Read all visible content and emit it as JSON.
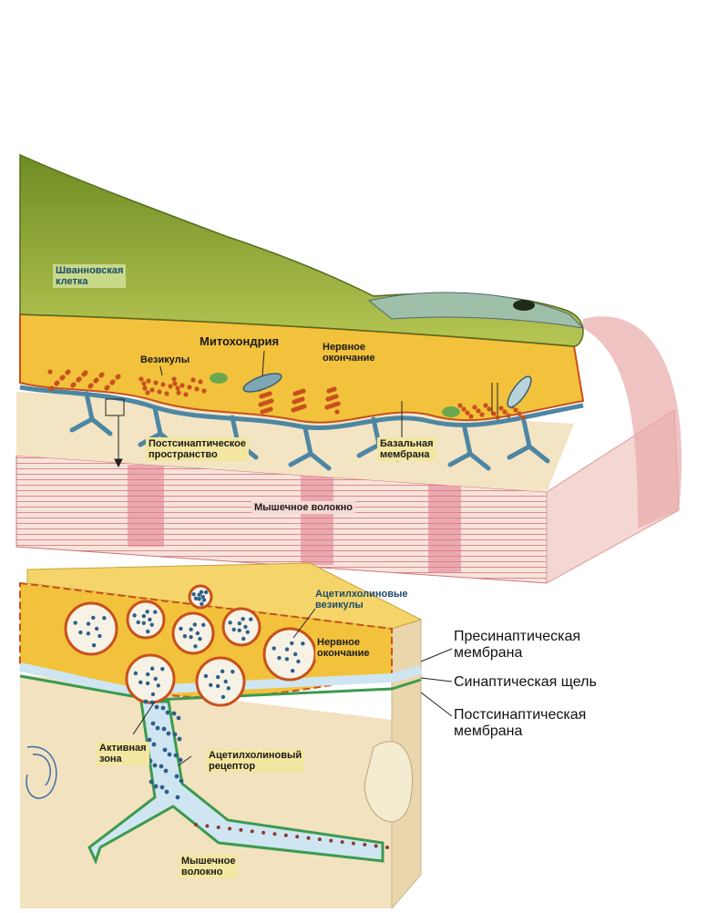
{
  "labels": {
    "schwann_cell": "Шванновская\nклетка",
    "mitochondria": "Митохондрия",
    "vesicles": "Везикулы",
    "nerve_ending_top": "Нервное\nокончание",
    "postsynaptic_space": "Постсинаптическое\nпространство",
    "basal_membrane": "Базальная\nмембрана",
    "muscle_fiber_top": "Мышечное волокно",
    "ach_vesicles": "Ацетилхолиновые\nвезикулы",
    "nerve_ending_bottom": "Нервное\nокончание",
    "presynaptic_membrane": "Пресинаптическая\nмембрана",
    "synaptic_cleft": "Синаптическая щель",
    "postsynaptic_membrane": "Постсинаптическая\nмембрана",
    "active_zone": "Активная\nзона",
    "ach_receptor": "Ацетилхолиновый\nрецептор",
    "muscle_fiber_bottom": "Мышечное\nволокно"
  },
  "colors": {
    "schwann": "#7f9a2e",
    "nerve_ending": "#f2c23c",
    "vesicle": "#c8501c",
    "postsynaptic_fold": "#4c86a3",
    "fold_fill": "#cfe6f2",
    "muscle_stripe": "#d9506a",
    "muscle_bg": "#f6ded6",
    "tissue": "#f2e2c0",
    "membrane_green": "#3c9a4e"
  }
}
